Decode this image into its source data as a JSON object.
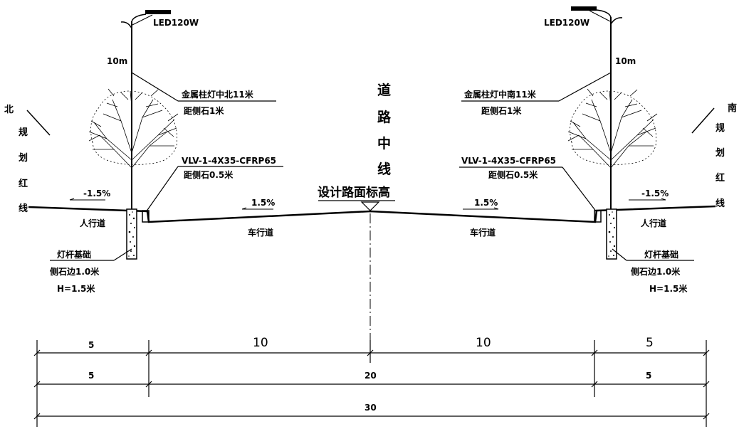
{
  "lamp": {
    "left": {
      "model": "LED120W",
      "height": "10m",
      "pole_desc": "金属柱灯中北11米",
      "pole_offset": "距侧石1米",
      "cable": "VLV-1-4X35-CFRP65",
      "cable_offset": "距侧石0.5米",
      "foundation": "灯杆基础",
      "foundation_offset": "侧石边1.0米",
      "foundation_depth": "H=1.5米"
    },
    "right": {
      "model": "LED120W",
      "height": "10m",
      "pole_desc": "金属柱灯中南11米",
      "pole_offset": "距侧石1米",
      "cable": "VLV-1-4X35-CFRP65",
      "cable_offset": "距侧石0.5米",
      "foundation": "灯杆基础",
      "foundation_offset": "侧石边1.0米",
      "foundation_depth": "H=1.5米"
    }
  },
  "boundary": {
    "left": {
      "direction": "北",
      "chars": [
        "规",
        "划",
        "红",
        "线"
      ]
    },
    "right": {
      "direction": "南",
      "chars": [
        "规",
        "划",
        "红",
        "线"
      ]
    }
  },
  "centerline": {
    "chars": [
      "道",
      "路",
      "中",
      "线"
    ],
    "design_elevation": "设计路面标高"
  },
  "slopes": {
    "sidewalk_left": "-1.5%",
    "road_left": "1.5%",
    "road_right": "1.5%",
    "sidewalk_right": "-1.5%"
  },
  "zones": {
    "sidewalk_left": "人行道",
    "road_left": "车行道",
    "road_right": "车行道",
    "sidewalk_right": "人行道"
  },
  "dimensions": {
    "row1": [
      "5",
      "10",
      "10",
      "5"
    ],
    "row2": [
      "5",
      "20",
      "5"
    ],
    "row3": [
      "30"
    ]
  }
}
